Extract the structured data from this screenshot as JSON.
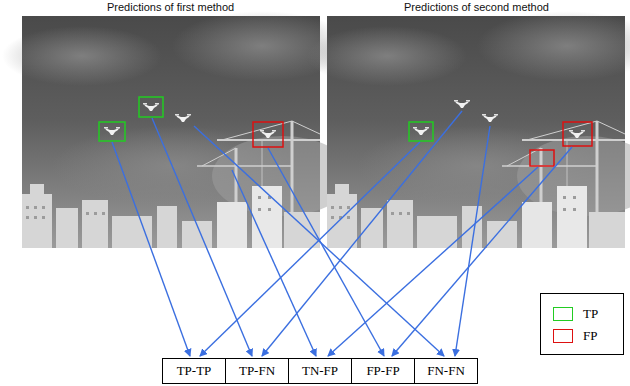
{
  "diagram": {
    "nodes": [
      {
        "text": [
          "TP-TP"
        ]
      },
      {
        "text": [
          "TP-FN"
        ]
      },
      {
        "text": [
          "TN-FP"
        ]
      },
      {
        "text": [
          "FP-FP"
        ]
      },
      {
        "text": [
          "FN-FN"
        ]
      }
    ],
    "labels": [
      "Predictions of first method",
      "Predictions of second method"
    ],
    "legend": [
      {
        "text": "TP",
        "color": "#22cc22"
      },
      {
        "text": "FP",
        "color": "#dd1111"
      }
    ]
  }
}
